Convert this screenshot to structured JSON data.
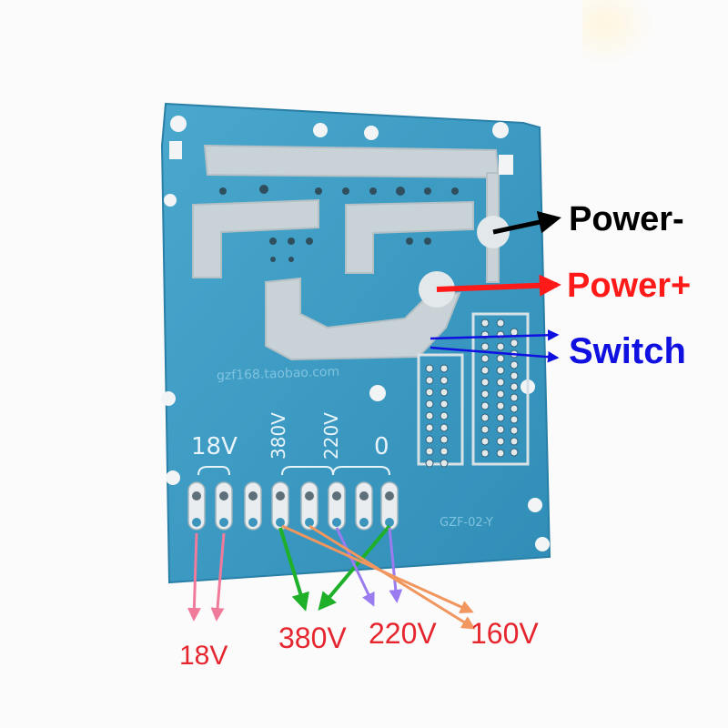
{
  "board": {
    "url_text": "gzf168.taobao.com",
    "model_text": "GZF-02-Y",
    "colors": {
      "board": "#3f9cc4",
      "copper": "#c9d3d7",
      "solder": "#e3e8ea"
    },
    "terminal_labels": [
      "18V",
      "380V",
      "220V",
      "0"
    ]
  },
  "callouts": {
    "power_minus": {
      "text": "Power-",
      "color": "#000000"
    },
    "power_plus": {
      "text": "Power+",
      "color": "#ff1a1a"
    },
    "switch": {
      "text": "Switch",
      "color": "#1010e0"
    }
  },
  "outputs": [
    {
      "text": "18V",
      "color": "#e6262e",
      "arrow_color": "#f07a9a"
    },
    {
      "text": "380V",
      "color": "#e6262e",
      "arrow_color": "#1fb02a"
    },
    {
      "text": "220V",
      "color": "#e6262e",
      "arrow_color": "#9a7cf0"
    },
    {
      "text": "160V",
      "color": "#e6262e",
      "arrow_color": "#f0965e"
    }
  ]
}
